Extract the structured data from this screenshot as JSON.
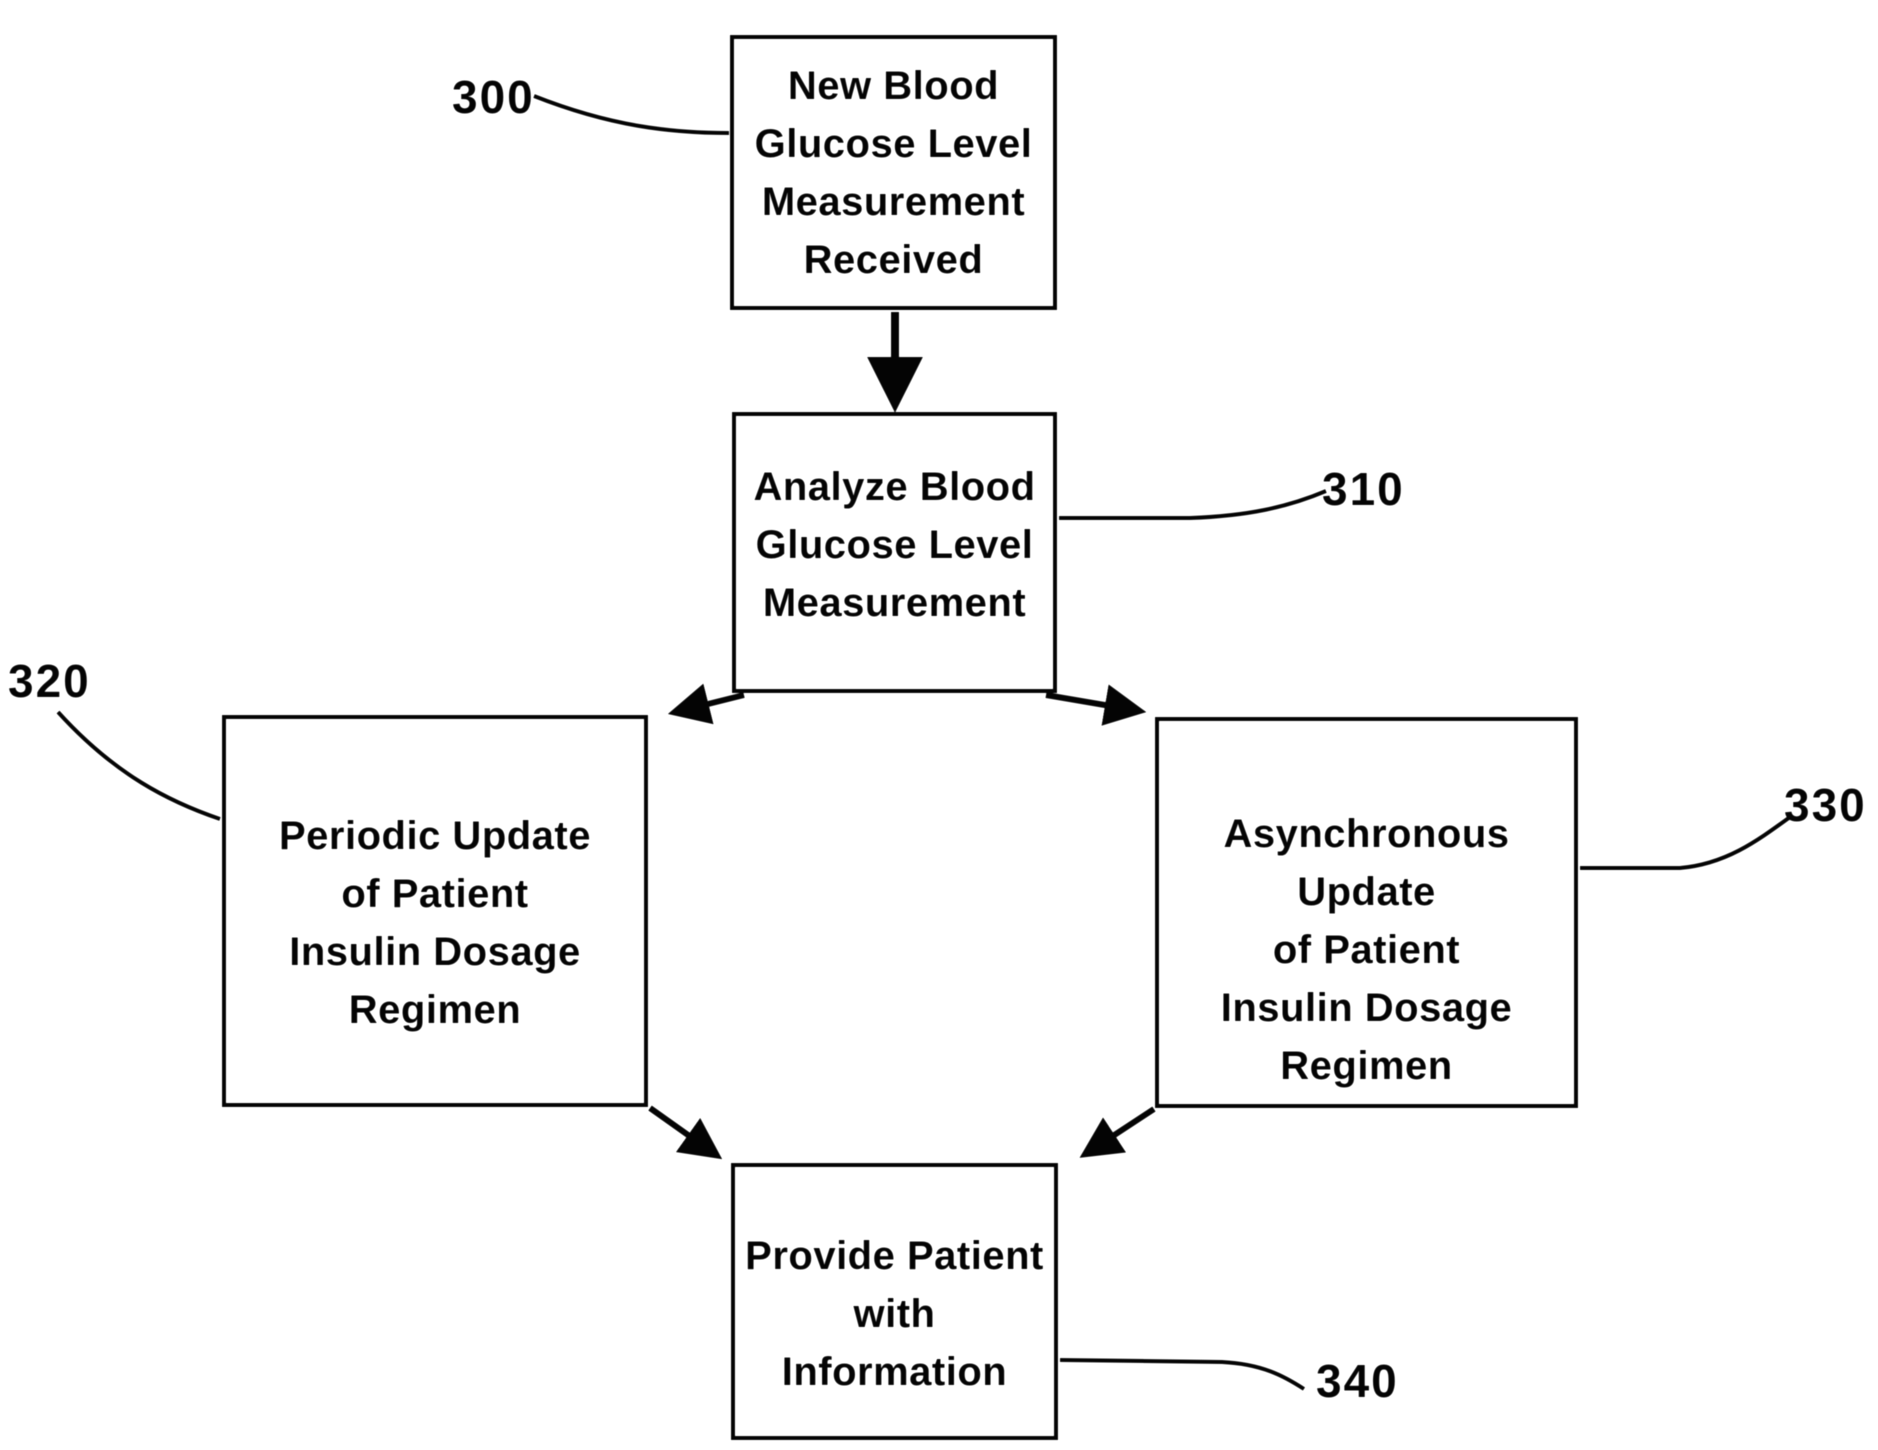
{
  "figure": {
    "boxes": {
      "receive": {
        "text": "New Blood\nGlucose Level\nMeasurement\nReceived"
      },
      "analyze": {
        "text": "Analyze Blood\nGlucose Level\nMeasurement"
      },
      "periodic": {
        "text": "Periodic Update\nof Patient\nInsulin Dosage\nRegimen"
      },
      "async": {
        "text": "Asynchronous Update\nof Patient\nInsulin Dosage\nRegimen"
      },
      "provide": {
        "text": "Provide Patient\nwith Information"
      }
    },
    "refs": {
      "receive": "300",
      "analyze": "310",
      "periodic": "320",
      "async": "330",
      "provide": "340"
    },
    "colors": {
      "ink": "#111111",
      "background": "#ffffff"
    }
  }
}
